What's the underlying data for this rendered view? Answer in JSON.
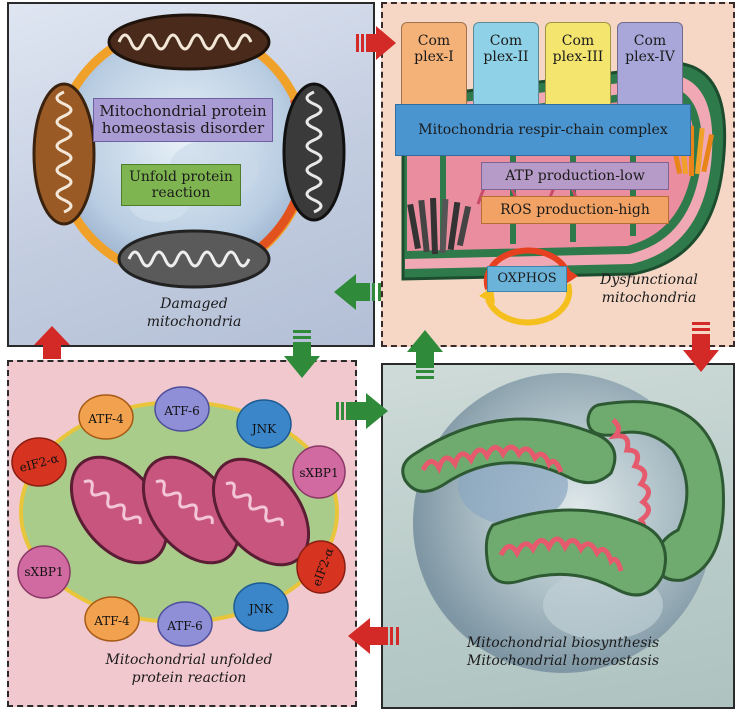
{
  "panels": {
    "damaged": {
      "caption_line1": "Damaged",
      "caption_line2": "mitochondria",
      "box1": "Mitochondrial protein homeostasis disorder",
      "box2": "Unfold protein reaction"
    },
    "dysfunctional": {
      "caption_line1": "Dysfunctional",
      "caption_line2": "mitochondria",
      "complexes": [
        "Com plex-I",
        "Com plex-II",
        "Com plex-III",
        "Com plex-IV"
      ],
      "resp_chain": "Mitochondria respir-chain complex",
      "atp": "ATP production-low",
      "ros": "ROS production-high",
      "oxphos": "OXPHOS"
    },
    "upr": {
      "caption_line1": "Mitochondrial unfolded",
      "caption_line2": "protein reaction",
      "proteins": {
        "atf4_top": "ATF-4",
        "atf6_top": "ATF-6",
        "jnk_top": "JNK",
        "eif_left": "eIF2-α",
        "sxbp1_right": "sXBP1",
        "sxbp1_left": "sXBP1",
        "atf4_bottom": "ATF-4",
        "atf6_bottom": "ATF-6",
        "jnk_bottom": "JNK",
        "eif_right": "eIF2-α"
      }
    },
    "biosynthesis": {
      "caption_line1": "Mitochondrial biosynthesis",
      "caption_line2": "Mitochondrial homeostasis"
    }
  },
  "colors": {
    "complex1": "#f4b178",
    "complex2": "#8fd1e6",
    "complex3": "#f3e56e",
    "complex4": "#a9a6da",
    "arrow_red": "#d42a27",
    "arrow_green": "#2f8a3a"
  }
}
